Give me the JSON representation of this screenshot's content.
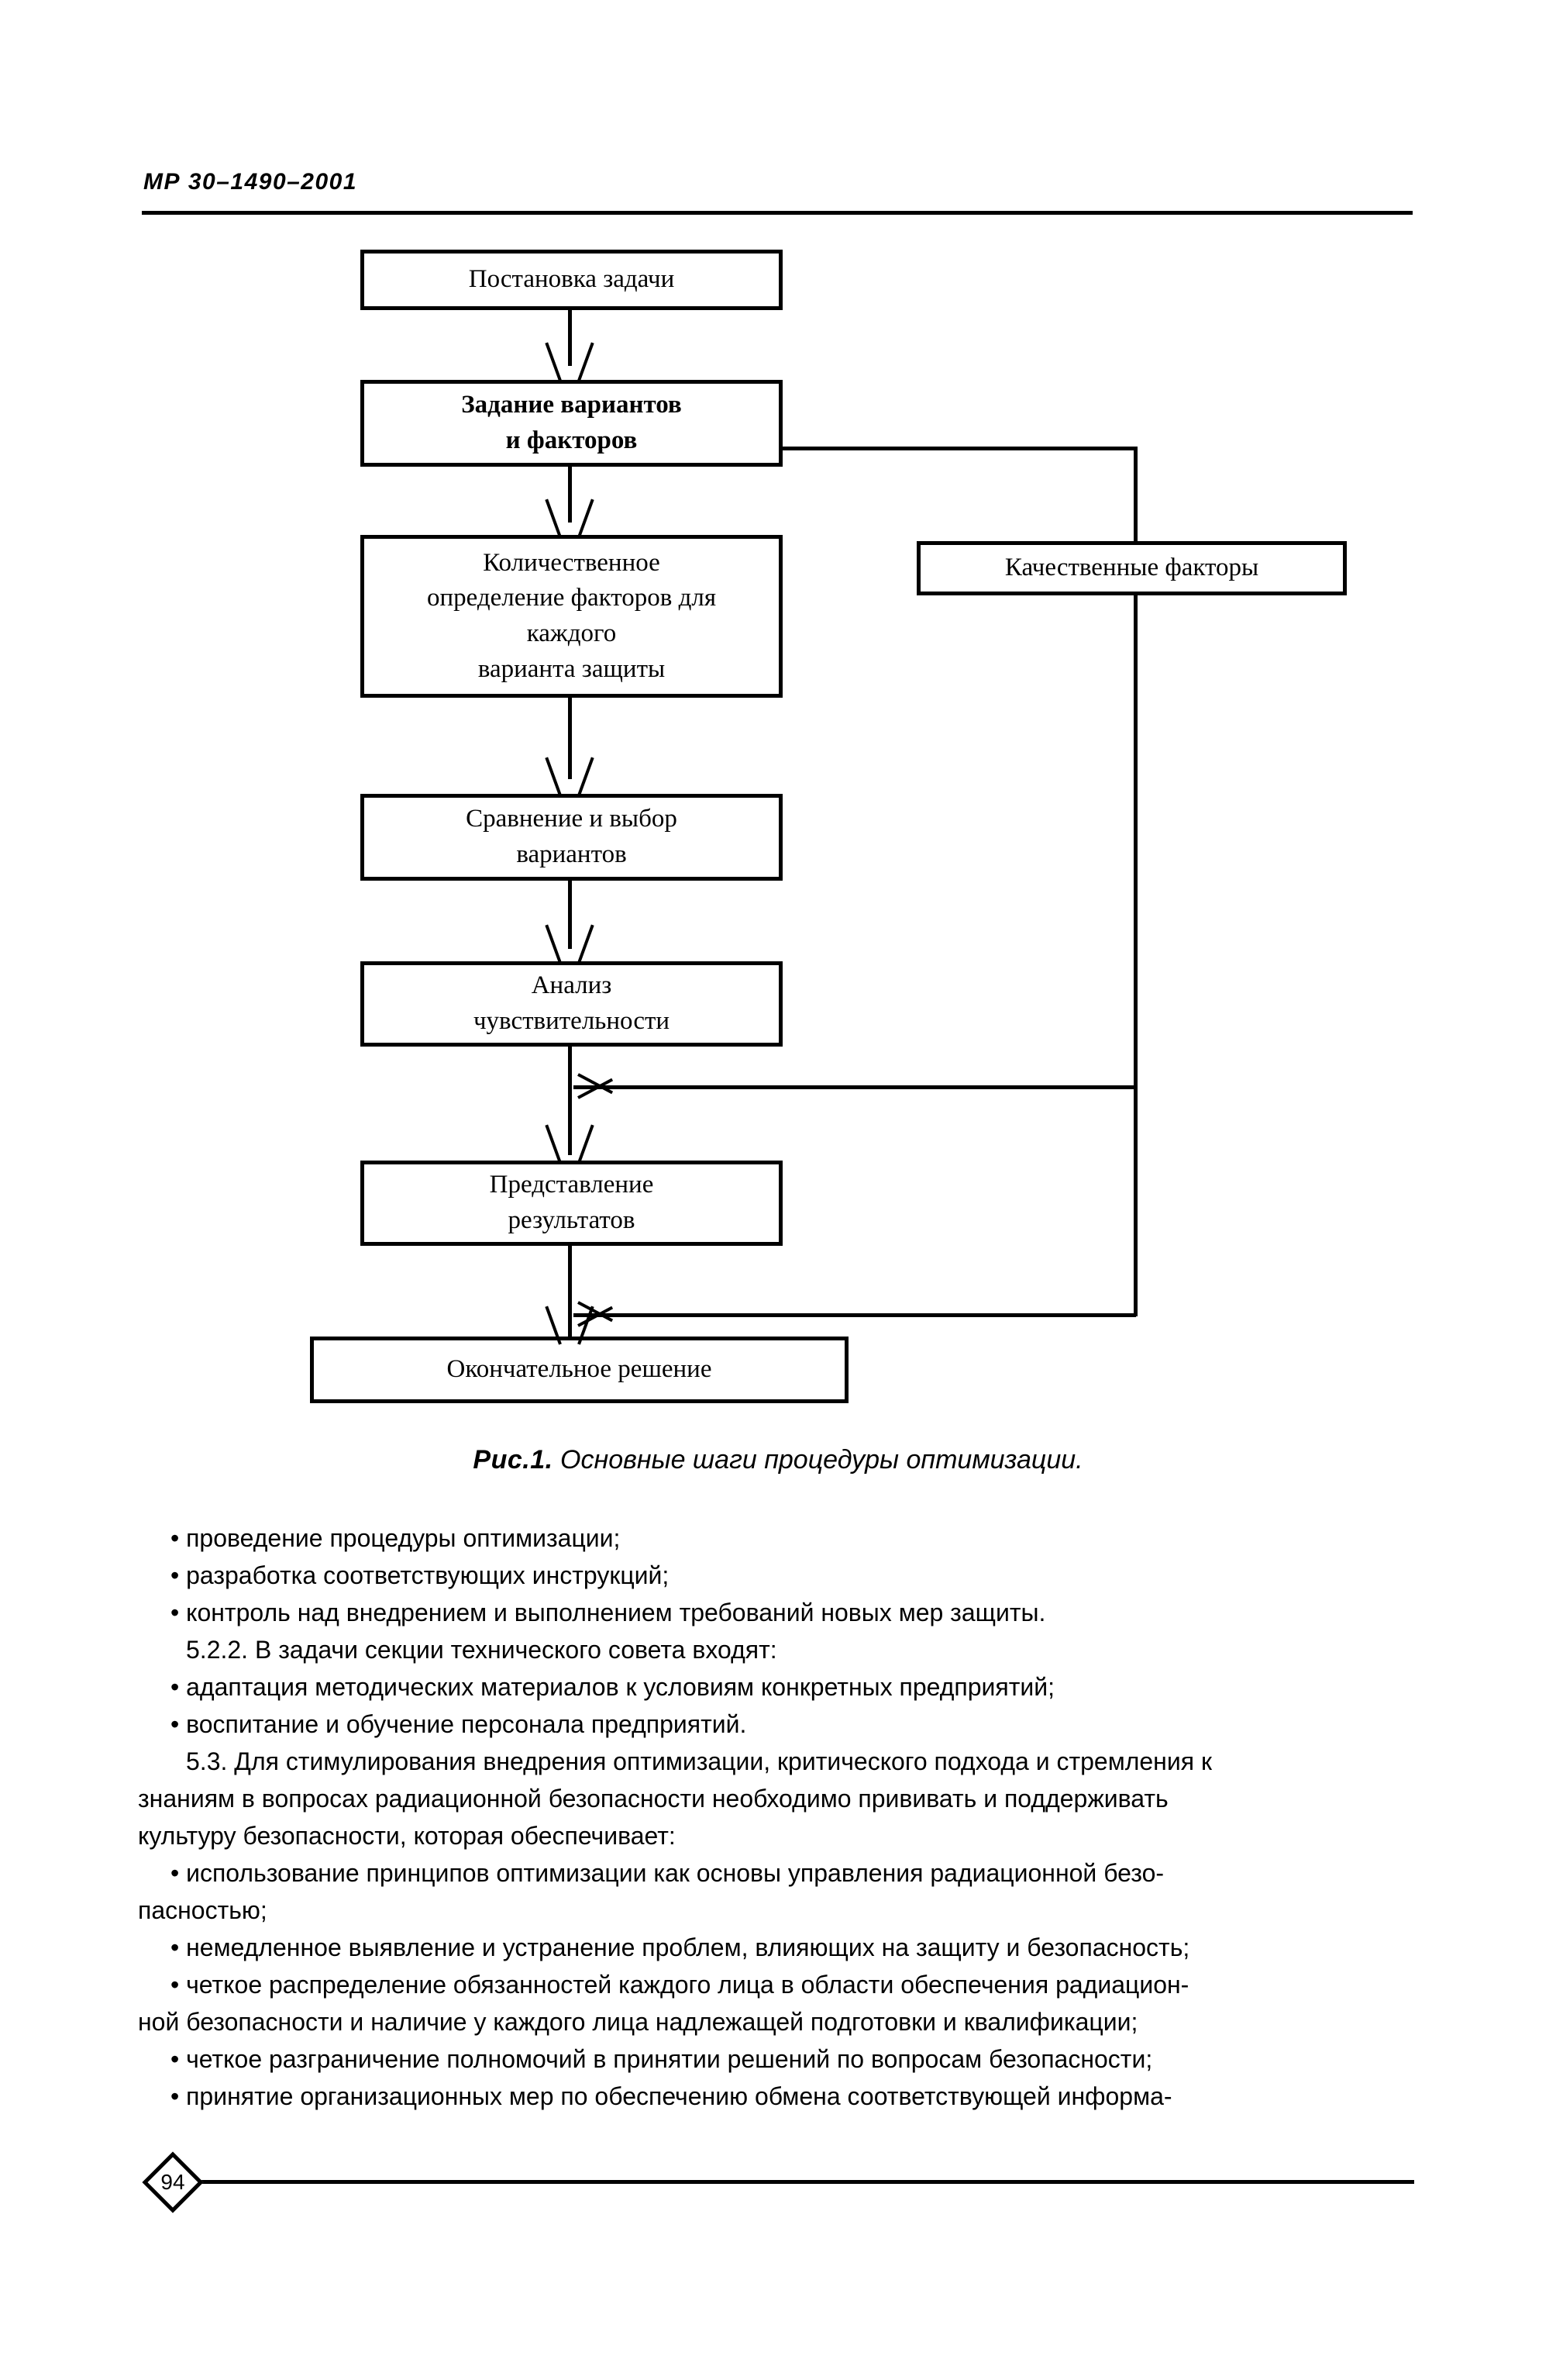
{
  "header": {
    "document_number": "МР 30–1490–2001"
  },
  "figure": {
    "caption_lead": "Рис.1.",
    "caption_text": " Основные шаги процедуры оптимизации.",
    "boxes": [
      {
        "id": "problem-statement",
        "label": "Постановка задачи"
      },
      {
        "id": "variants-factors",
        "label": "Задание вариантов\nи факторов"
      },
      {
        "id": "quantitative",
        "label": "Количественное\nопределение факторов для\nкаждого\nварианта защиты"
      },
      {
        "id": "comparison",
        "label": "Сравнение и выбор\nвариантов"
      },
      {
        "id": "sensitivity",
        "label": "Анализ\nчувствительности"
      },
      {
        "id": "presentation",
        "label": "Представление\nрезультатов"
      },
      {
        "id": "final-decision",
        "label": "Окончательное решение"
      },
      {
        "id": "qualitative-factors",
        "label": "Качественные факторы"
      }
    ]
  },
  "body": {
    "lines": [
      {
        "style": "bullet",
        "text": "• проведение процедуры оптимизации;"
      },
      {
        "style": "bullet",
        "text": "• разработка соответствующих инструкций;"
      },
      {
        "style": "bullet",
        "text": "• контроль над внедрением и выполнением требований новых мер защиты."
      },
      {
        "style": "para",
        "text": "5.2.2. В задачи секции технического совета входят:"
      },
      {
        "style": "bullet",
        "text": "• адаптация методических материалов к условиям конкретных предприятий;"
      },
      {
        "style": "bullet",
        "text": "• воспитание и обучение персонала предприятий."
      },
      {
        "style": "para",
        "text": "5.3. Для стимулирования внедрения оптимизации, критического подхода и стремления к"
      },
      {
        "style": "full",
        "text": "знаниям в вопросах радиационной безопасности необходимо прививать и поддерживать"
      },
      {
        "style": "full",
        "text": "культуру безопасности, которая обеспечивает:"
      },
      {
        "style": "bullet",
        "text": "• использование принципов оптимизации как основы управления радиационной безо-"
      },
      {
        "style": "full",
        "text": "пасностью;"
      },
      {
        "style": "bullet",
        "text": "• немедленное выявление и устранение проблем, влияющих на защиту и безопасность;"
      },
      {
        "style": "bullet",
        "text": "• четкое распределение обязанностей каждого лица в области обеспечения радиацион-"
      },
      {
        "style": "full",
        "text": "ной безопасности и наличие у каждого лица надлежащей подготовки и квалификации;"
      },
      {
        "style": "bullet",
        "text": "• четкое разграничение полномочий в принятии решений по вопросам безопасности;"
      },
      {
        "style": "bullet",
        "text": "• принятие организационных мер по обеспечению обмена соответствующей информа-"
      }
    ]
  },
  "footer": {
    "page_number": "94"
  },
  "colors": {
    "ink": "#000000",
    "paper": "#ffffff"
  }
}
